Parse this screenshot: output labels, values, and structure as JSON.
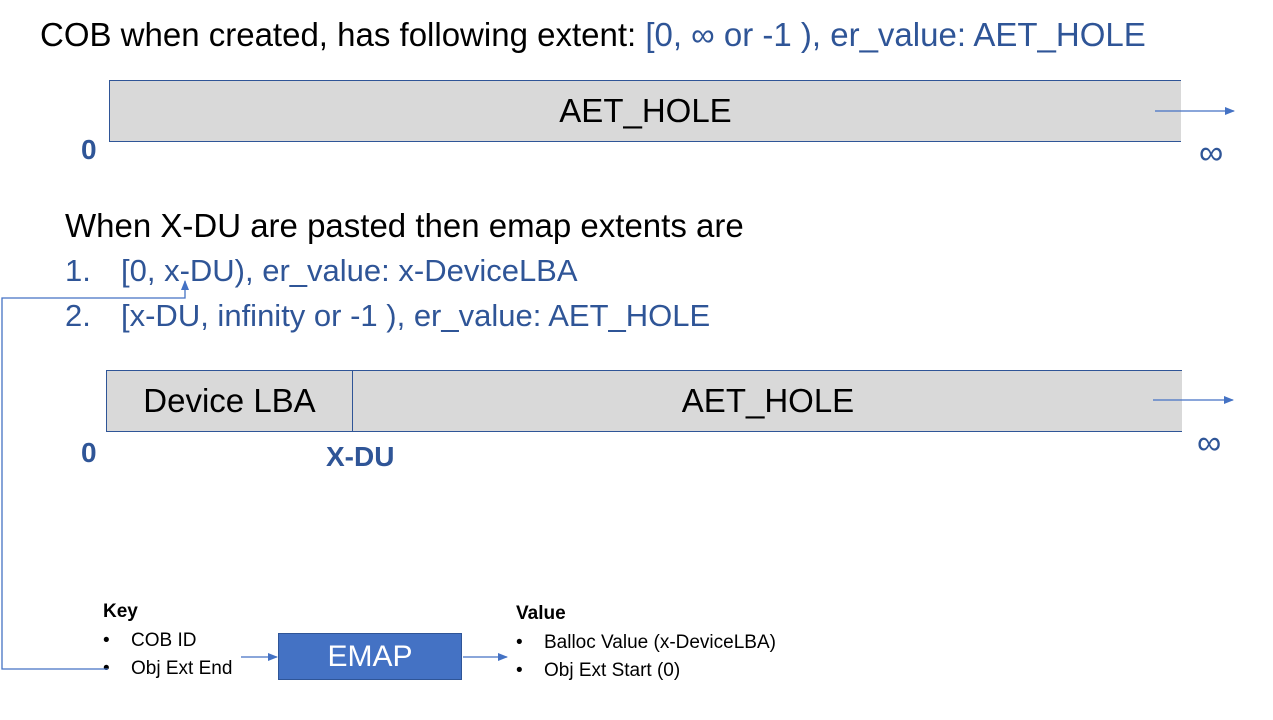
{
  "heading": {
    "prefix": "COB when created, has following extent: ",
    "extent": "[0, ∞ or -1 ), er_value: AET_HOLE"
  },
  "bar1": {
    "label": "AET_HOLE",
    "start_label": "0",
    "end_label": "∞"
  },
  "section2": {
    "title": "When X-DU are pasted then emap extents are",
    "items": [
      {
        "num": "1.",
        "text": "[0, x-DU), er_value: x-DeviceLBA"
      },
      {
        "num": "2.",
        "text": "[x-DU, infinity or -1 ), er_value: AET_HOLE"
      }
    ]
  },
  "bar2": {
    "left_label": "Device LBA",
    "right_label": "AET_HOLE",
    "start_label": "0",
    "split_label": "X-DU",
    "end_label": "∞"
  },
  "key": {
    "title": "Key",
    "items": [
      "COB ID",
      "Obj Ext End"
    ]
  },
  "emap": {
    "label": "EMAP"
  },
  "value": {
    "title": "Value",
    "items": [
      "Balloc Value (x-DeviceLBA)",
      "Obj Ext Start (0)"
    ]
  },
  "colors": {
    "accent": "#2f5597",
    "bar_fill": "#d9d9d9",
    "emap_fill": "#4472c4"
  }
}
